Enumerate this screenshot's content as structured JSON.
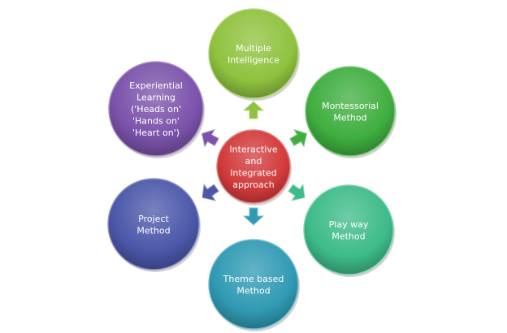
{
  "center": {
    "lines": [
      "Interactive",
      "and",
      "Integrated",
      "approach"
    ],
    "color": "#d23a3a"
  },
  "nodes": [
    {
      "id": "multiple-intelligence",
      "lines": [
        "Multiple",
        "Intelligence"
      ],
      "color": "#8fc23e"
    },
    {
      "id": "montessorial-method",
      "lines": [
        "Montessorial",
        "Method"
      ],
      "color": "#3fae3f"
    },
    {
      "id": "play-way-method",
      "lines": [
        "Play way",
        "Method"
      ],
      "color": "#3dbb88"
    },
    {
      "id": "theme-based-method",
      "lines": [
        "Theme  based",
        "Method"
      ],
      "color": "#2f9ab3"
    },
    {
      "id": "project-method",
      "lines": [
        "Project",
        "Method"
      ],
      "color": "#4b57a9"
    },
    {
      "id": "experiential-learning",
      "lines": [
        "Experiential",
        "Learning",
        "('Heads on'",
        "'Hands on'",
        "'Heart  on')"
      ],
      "color": "#7b52aa"
    }
  ]
}
